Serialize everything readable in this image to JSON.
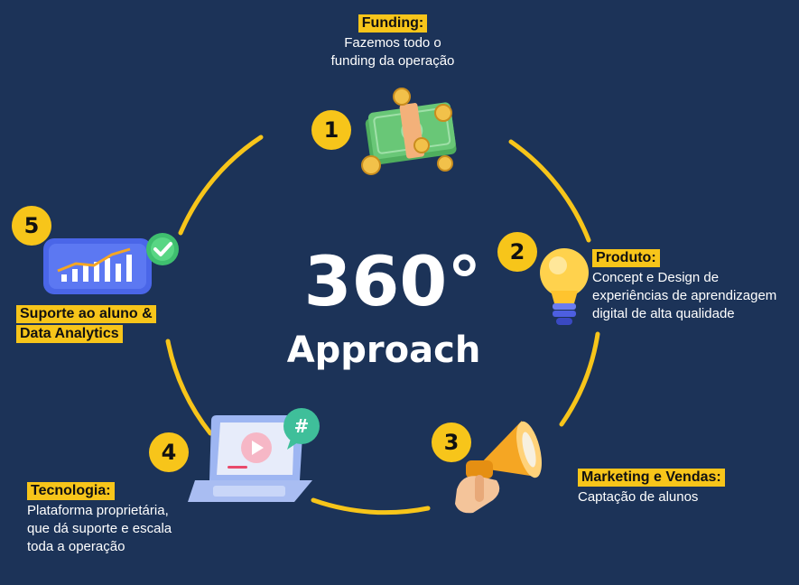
{
  "center": {
    "headline": "360°",
    "subheadline": "Approach"
  },
  "steps": [
    {
      "number": "1",
      "title": "Funding:",
      "description": "Fazemos todo o\nfunding da operação",
      "icon": "money-stack-icon"
    },
    {
      "number": "2",
      "title": "Produto:",
      "description": "Concept e Design de\nexperiências de aprendizagem\ndigital de alta qualidade",
      "icon": "lightbulb-icon"
    },
    {
      "number": "3",
      "title": "Marketing e Vendas:",
      "description": "Captação de alunos",
      "icon": "megaphone-icon"
    },
    {
      "number": "4",
      "title": "Tecnologia:",
      "description": "Plataforma proprietária,\nque dá suporte e escala\ntoda a operação",
      "icon": "laptop-icon"
    },
    {
      "number": "5",
      "title_line1": "Suporte ao aluno &",
      "title_line2": "Data Analytics",
      "icon": "analytics-chart-icon"
    }
  ],
  "colors": {
    "background": "#1c3358",
    "accent": "#f7c51a",
    "text": "#ffffff"
  }
}
